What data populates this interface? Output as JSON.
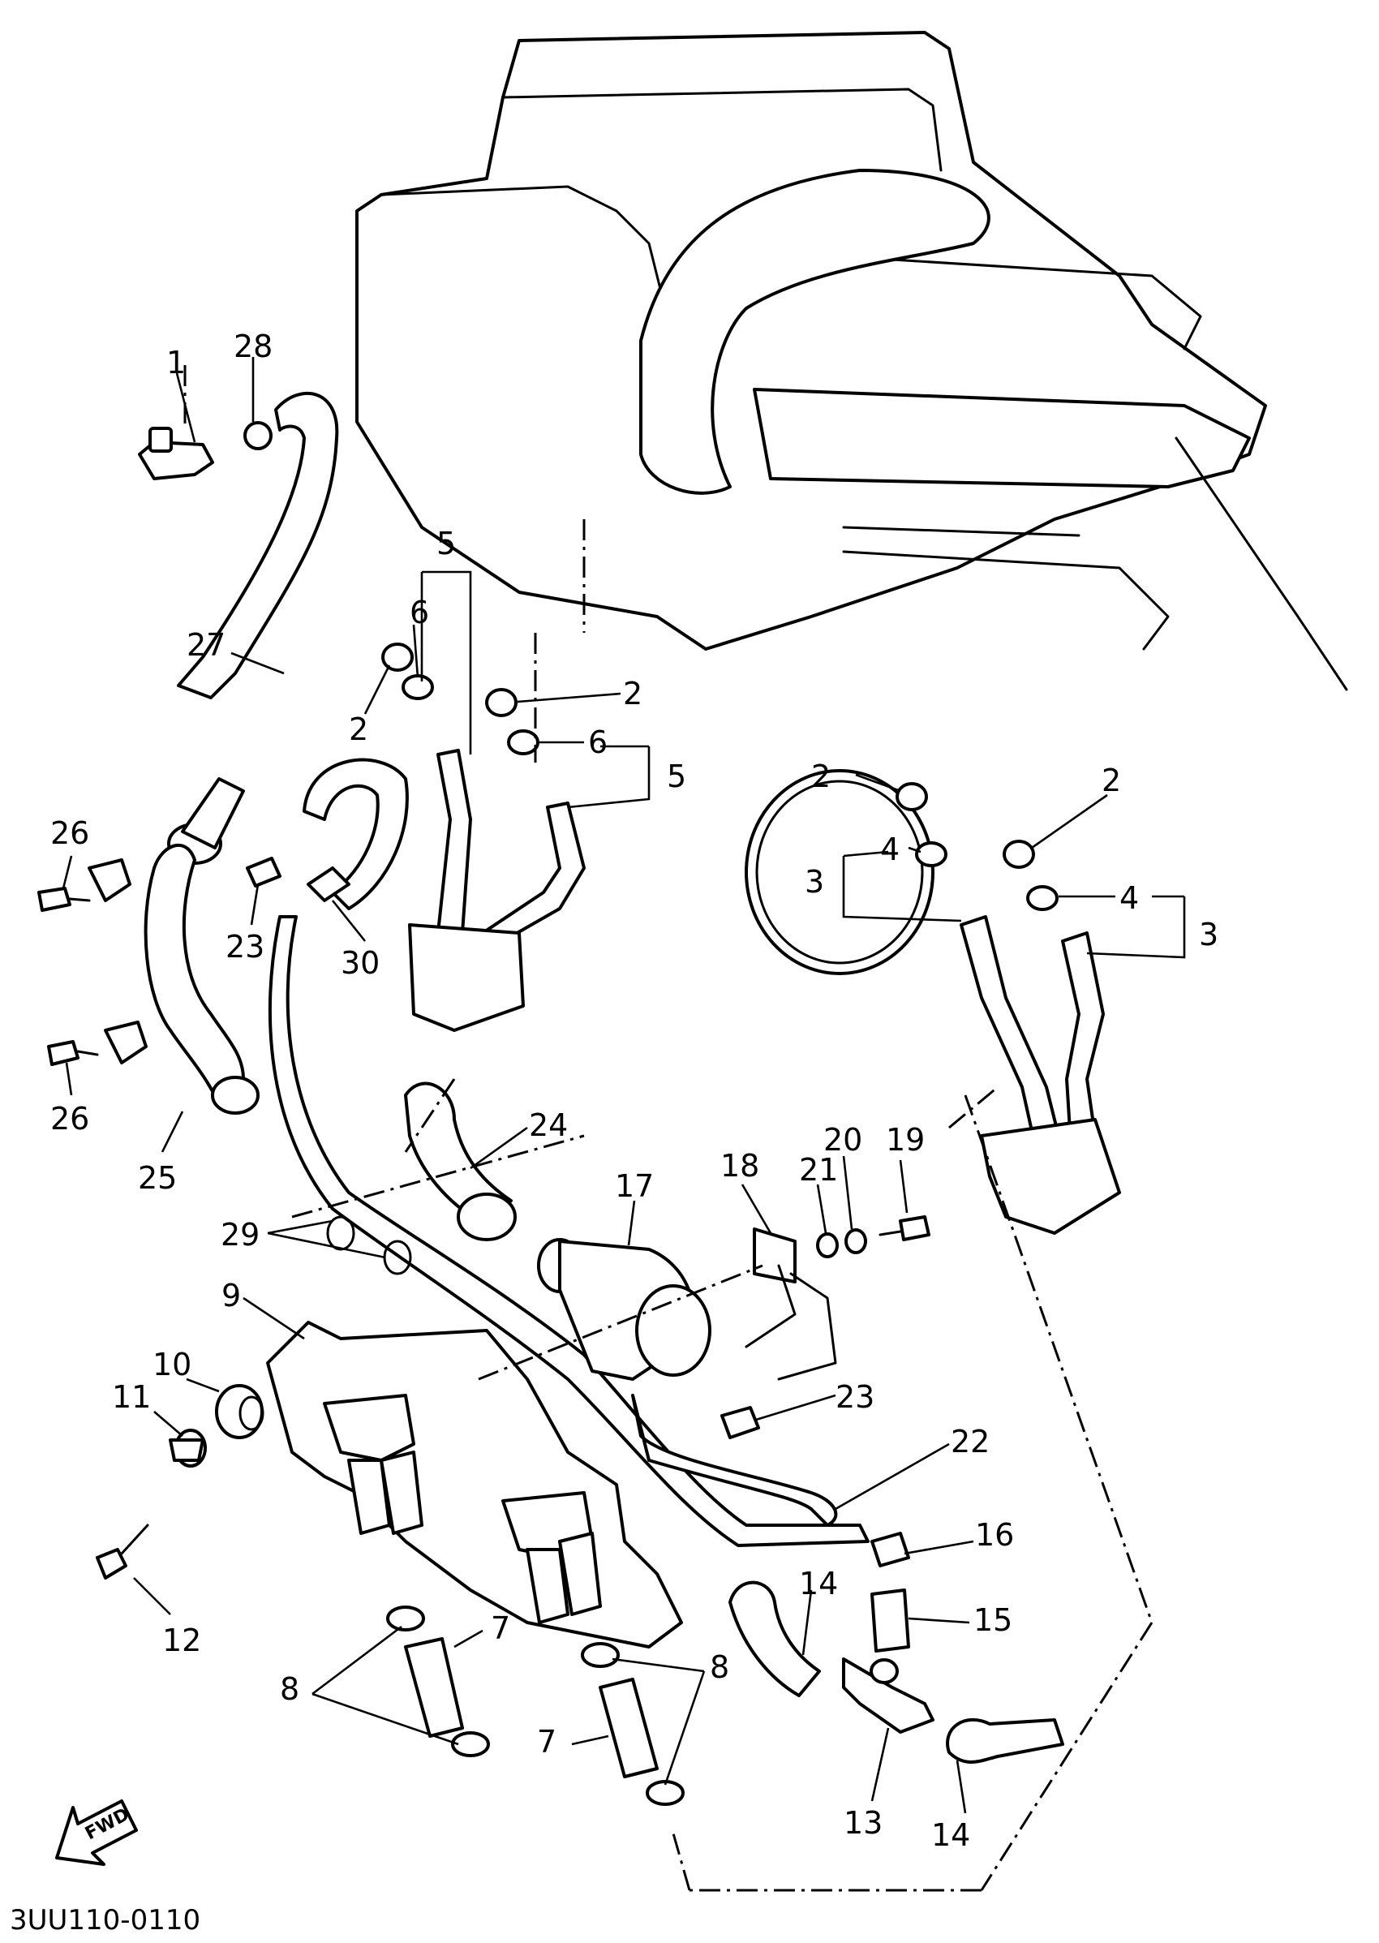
{
  "diagram_code": "3UU110-0110",
  "fwd_label": "FWD",
  "callouts": {
    "c1": "1",
    "c28": "28",
    "c27": "27",
    "c5a": "5",
    "c6a": "6",
    "c2a": "2",
    "c2b": "2",
    "c6b": "6",
    "c5b": "5",
    "c2c": "2",
    "c2d": "2",
    "c4a": "4",
    "c3a": "3",
    "c4b": "4",
    "c3b": "3",
    "c26a": "26",
    "c26b": "26",
    "c23a": "23",
    "c30": "30",
    "c25": "25",
    "c24": "24",
    "c17": "17",
    "c18": "18",
    "c21": "21",
    "c20": "20",
    "c19": "19",
    "c29": "29",
    "c9": "9",
    "c10": "10",
    "c11": "11",
    "c12": "12",
    "c23b": "23",
    "c22": "22",
    "c16": "16",
    "c15": "15",
    "c14a": "14",
    "c14b": "14",
    "c13": "13",
    "c7a": "7",
    "c7b": "7",
    "c8a": "8",
    "c8b": "8"
  }
}
